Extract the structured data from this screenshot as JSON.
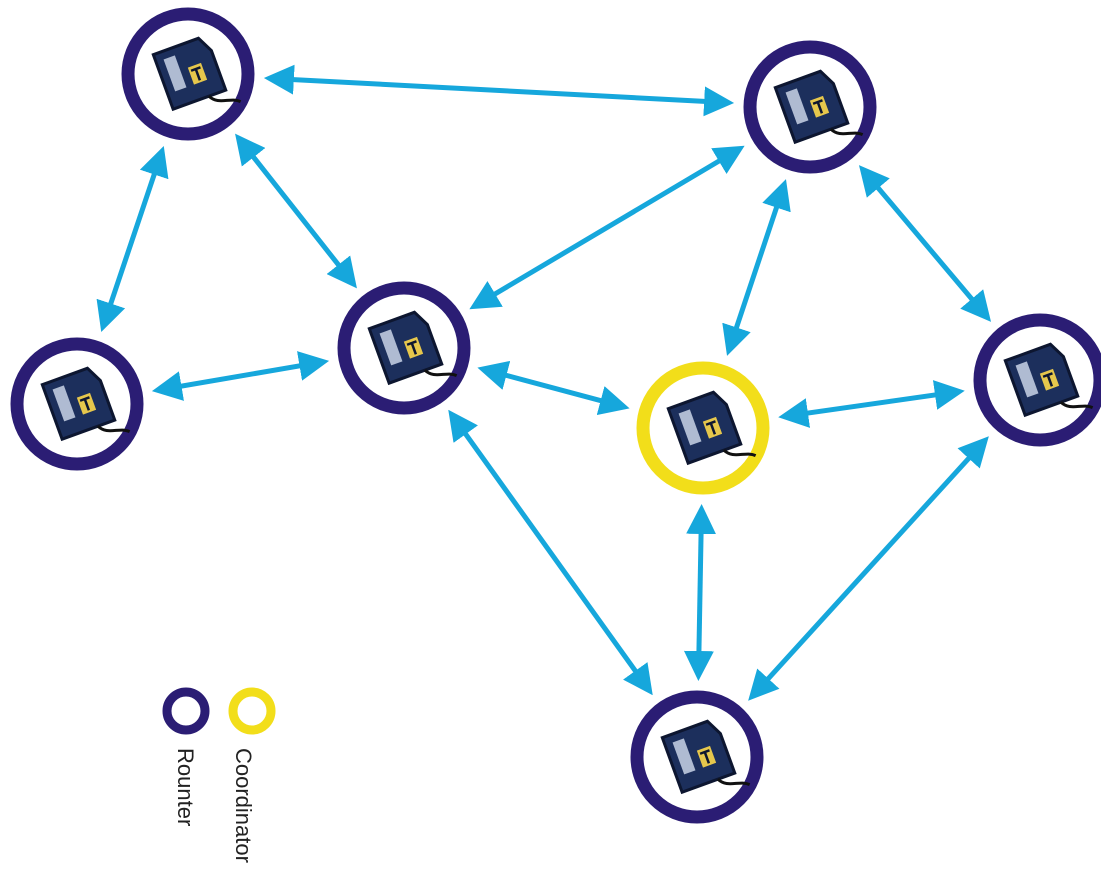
{
  "colors": {
    "router": "#2b1d74",
    "coordinator": "#f2de1a",
    "link": "#16a7dc",
    "module_body": "#1c2f5c",
    "module_dark": "#0d1630",
    "module_gold": "#e6c74c",
    "legend_text": "#222222"
  },
  "nodes": [
    {
      "id": "n1",
      "role": "router"
    },
    {
      "id": "n2",
      "role": "router"
    },
    {
      "id": "n3",
      "role": "router"
    },
    {
      "id": "n4",
      "role": "router"
    },
    {
      "id": "n5",
      "role": "coordinator"
    },
    {
      "id": "n6",
      "role": "router"
    },
    {
      "id": "n7",
      "role": "router"
    }
  ],
  "links": [
    {
      "from": "n1",
      "to": "n2"
    },
    {
      "from": "n1",
      "to": "n3"
    },
    {
      "from": "n1",
      "to": "n4"
    },
    {
      "from": "n3",
      "to": "n4"
    },
    {
      "from": "n4",
      "to": "n2"
    },
    {
      "from": "n2",
      "to": "n5"
    },
    {
      "from": "n2",
      "to": "n6"
    },
    {
      "from": "n4",
      "to": "n5"
    },
    {
      "from": "n5",
      "to": "n6"
    },
    {
      "from": "n4",
      "to": "n7"
    },
    {
      "from": "n5",
      "to": "n7"
    },
    {
      "from": "n6",
      "to": "n7"
    }
  ],
  "legend": {
    "router_label": "Rounter",
    "coordinator_label": "Coordinator"
  }
}
